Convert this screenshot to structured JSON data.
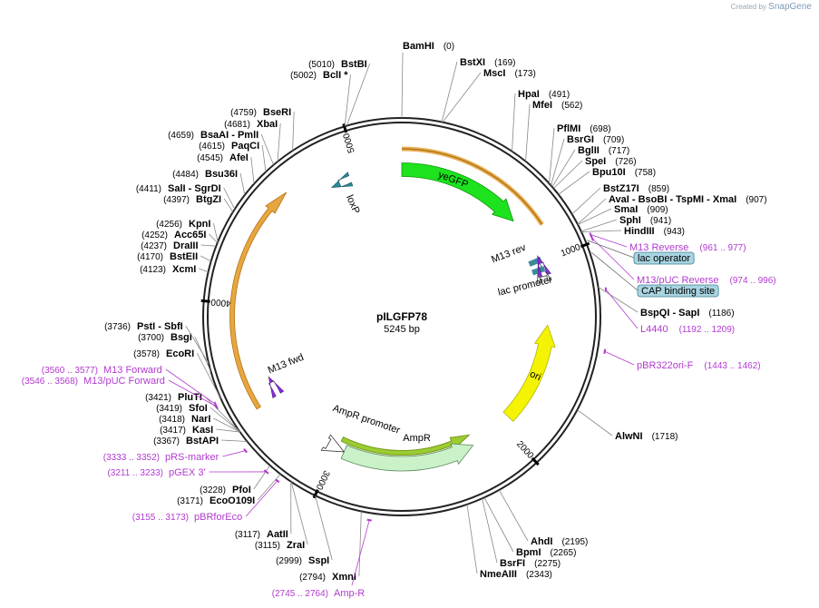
{
  "watermark": {
    "prefix": "Created by",
    "brand": "SnapGene"
  },
  "plasmid": {
    "name": "pILGFP78",
    "length_label": "5245 bp",
    "length": 5245
  },
  "ticks": [
    {
      "label": "1000",
      "bp": 1000
    },
    {
      "label": "2000",
      "bp": 2000
    },
    {
      "label": "3000",
      "bp": 3000
    },
    {
      "label": "4000",
      "bp": 4000
    },
    {
      "label": "5000",
      "bp": 5000
    }
  ],
  "enzymes": [
    {
      "name": "BamHI",
      "pos": "(0)",
      "bp": 0
    },
    {
      "name": "BstXI",
      "pos": "(169)",
      "bp": 169
    },
    {
      "name": "MscI",
      "pos": "(173)",
      "bp": 173
    },
    {
      "name": "HpaI",
      "pos": "(491)",
      "bp": 491
    },
    {
      "name": "MfeI",
      "pos": "(562)",
      "bp": 562
    },
    {
      "name": "PflMI",
      "pos": "(698)",
      "bp": 698
    },
    {
      "name": "BsrGI",
      "pos": "(709)",
      "bp": 709
    },
    {
      "name": "BglII",
      "pos": "(717)",
      "bp": 717
    },
    {
      "name": "SpeI",
      "pos": "(726)",
      "bp": 726
    },
    {
      "name": "Bpu10I",
      "pos": "(758)",
      "bp": 758
    },
    {
      "name": "BstZ17I",
      "pos": "(859)",
      "bp": 859
    },
    {
      "name": "AvaI  -  BsoBI  -  TspMI  -  XmaI",
      "pos": "(907)",
      "bp": 907
    },
    {
      "name": "SmaI",
      "pos": "(909)",
      "bp": 909
    },
    {
      "name": "SphI",
      "pos": "(941)",
      "bp": 941
    },
    {
      "name": "HindIII",
      "pos": "(943)",
      "bp": 943
    },
    {
      "name": "BspQI  -  SapI",
      "pos": "(1186)",
      "bp": 1186
    },
    {
      "name": "AlwNI",
      "pos": "(1718)",
      "bp": 1718
    },
    {
      "name": "AhdI",
      "pos": "(2195)",
      "bp": 2195
    },
    {
      "name": "BpmI",
      "pos": "(2265)",
      "bp": 2265
    },
    {
      "name": "BsrFI",
      "pos": "(2275)",
      "bp": 2275
    },
    {
      "name": "NmeAIII",
      "pos": "(2343)",
      "bp": 2343
    },
    {
      "name": "XmnI",
      "pos": "(2794)",
      "bp": 2794
    },
    {
      "name": "SspI",
      "pos": "(2999)",
      "bp": 2999
    },
    {
      "name": "ZraI",
      "pos": "(3115)",
      "bp": 3115
    },
    {
      "name": "AatII",
      "pos": "(3117)",
      "bp": 3117
    },
    {
      "name": "EcoO109I",
      "pos": "(3171)",
      "bp": 3171
    },
    {
      "name": "PfoI",
      "pos": "(3228)",
      "bp": 3228
    },
    {
      "name": "BstAPI",
      "pos": "(3367)",
      "bp": 3367
    },
    {
      "name": "KasI",
      "pos": "(3417)",
      "bp": 3417
    },
    {
      "name": "NarI",
      "pos": "(3418)",
      "bp": 3418
    },
    {
      "name": "SfoI",
      "pos": "(3419)",
      "bp": 3419
    },
    {
      "name": "PluTI",
      "pos": "(3421)",
      "bp": 3421
    },
    {
      "name": "EcoRI",
      "pos": "(3578)",
      "bp": 3578
    },
    {
      "name": "BsgI",
      "pos": "(3700)",
      "bp": 3700
    },
    {
      "name": "PstI  -  SbfI",
      "pos": "(3736)",
      "bp": 3736
    },
    {
      "name": "XcmI",
      "pos": "(4123)",
      "bp": 4123
    },
    {
      "name": "BstEII",
      "pos": "(4170)",
      "bp": 4170
    },
    {
      "name": "DraIII",
      "pos": "(4237)",
      "bp": 4237
    },
    {
      "name": "Acc65I",
      "pos": "(4252)",
      "bp": 4252
    },
    {
      "name": "KpnI",
      "pos": "(4256)",
      "bp": 4256
    },
    {
      "name": "BtgZI",
      "pos": "(4397)",
      "bp": 4397
    },
    {
      "name": "SalI  -  SgrDI",
      "pos": "(4411)",
      "bp": 4411
    },
    {
      "name": "Bsu36I",
      "pos": "(4484)",
      "bp": 4484
    },
    {
      "name": "AfeI",
      "pos": "(4545)",
      "bp": 4545
    },
    {
      "name": "PaqCI",
      "pos": "(4615)",
      "bp": 4615
    },
    {
      "name": "BsaAI  -  PmlI",
      "pos": "(4659)",
      "bp": 4659
    },
    {
      "name": "XbaI",
      "pos": "(4681)",
      "bp": 4681
    },
    {
      "name": "BseRI",
      "pos": "(4759)",
      "bp": 4759
    },
    {
      "name": "BclI *",
      "pos": "(5002)",
      "bp": 5002
    },
    {
      "name": "BstBI",
      "pos": "(5010)",
      "bp": 5010
    }
  ],
  "primers": [
    {
      "name": "M13 Reverse",
      "pos": "(961 .. 977)",
      "start": 961,
      "end": 977
    },
    {
      "name": "M13/pUC Reverse",
      "pos": "(974 .. 996)",
      "start": 974,
      "end": 996
    },
    {
      "name": "L4440",
      "pos": "(1192 .. 1209)",
      "start": 1192,
      "end": 1209
    },
    {
      "name": "pBR322ori-F",
      "pos": "(1443 .. 1462)",
      "start": 1443,
      "end": 1462
    },
    {
      "name": "Amp-R",
      "pos": "(2745 .. 2764)",
      "start": 2745,
      "end": 2764
    },
    {
      "name": "pBRforEco",
      "pos": "(3155 .. 3173)",
      "start": 3155,
      "end": 3173
    },
    {
      "name": "pGEX 3'",
      "pos": "(3211 .. 3233)",
      "start": 3211,
      "end": 3233
    },
    {
      "name": "pRS-marker",
      "pos": "(3333 .. 3352)",
      "start": 3333,
      "end": 3352
    },
    {
      "name": "M13/pUC Forward",
      "pos": "(3546 .. 3568)",
      "start": 3546,
      "end": 3568
    },
    {
      "name": "M13 Forward",
      "pos": "(3560 .. 3577)",
      "start": 3560,
      "end": 3577
    }
  ],
  "boxed_features": [
    {
      "name": "lac operator"
    },
    {
      "name": "CAP binding site"
    }
  ],
  "features": [
    {
      "name": "yeGFP",
      "type": "cds",
      "color": "#1de21d"
    },
    {
      "name": "ori",
      "type": "origin",
      "color": "#f3f303"
    },
    {
      "name": "AmpR",
      "type": "cds",
      "color": "#c9f2c9"
    },
    {
      "name": "AmpR promoter",
      "type": "promoter",
      "color": "#ffffff"
    },
    {
      "name": "lac promoter",
      "type": "promoter",
      "color": "#ffffff"
    },
    {
      "name": "M13 rev",
      "type": "primer_bind",
      "color": "#8a2be2"
    },
    {
      "name": "M13 fwd",
      "type": "primer_bind",
      "color": "#8a2be2"
    },
    {
      "name": "loxP",
      "type": "protein_bind",
      "color": "#2a8a9a"
    }
  ],
  "colors": {
    "primer": "#b23ad0",
    "gfp": "#1de21d",
    "ori": "#f3f303",
    "ampr": "#c9f2c9",
    "orf_arc": "#e8a640",
    "ampr_arc": "#7a9a1a",
    "lac_box": "#a8d4e0"
  }
}
